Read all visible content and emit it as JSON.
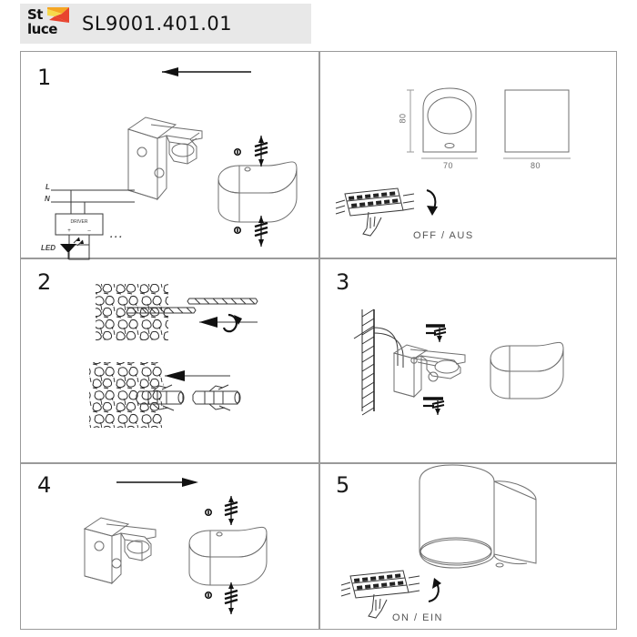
{
  "header": {
    "logo_line1": "St",
    "logo_line2": "luce",
    "logo_mark_colors": [
      "#F5A623",
      "#E8432E",
      "#F7D94C"
    ],
    "sku": "SL9001.401.01"
  },
  "panels": [
    {
      "number": "1",
      "id": "assembly-overview",
      "wiring": {
        "live_label": "L",
        "neutral_label": "N",
        "driver_label": "DRIVER",
        "driver_plus": "+",
        "driver_minus": "-",
        "led_label": "LED",
        "ellipsis": "..."
      }
    },
    {
      "number": "",
      "id": "dimensions-and-power-off",
      "dimensions": {
        "height": "80",
        "front_width": "70",
        "side_width": "80"
      },
      "switch_label": "OFF / AUS"
    },
    {
      "number": "2",
      "id": "drill-and-anchor"
    },
    {
      "number": "3",
      "id": "mount-bracket-to-wall"
    },
    {
      "number": "4",
      "id": "attach-shade"
    },
    {
      "number": "5",
      "id": "finished-and-power-on",
      "switch_label": "ON / EIN"
    }
  ],
  "colors": {
    "grid_line": "#9a9a9a",
    "header_bg": "#e8e8e8",
    "drawing_line": "#6f6f6f",
    "dark_line": "#111111",
    "label_gray": "#6b6b6b"
  }
}
